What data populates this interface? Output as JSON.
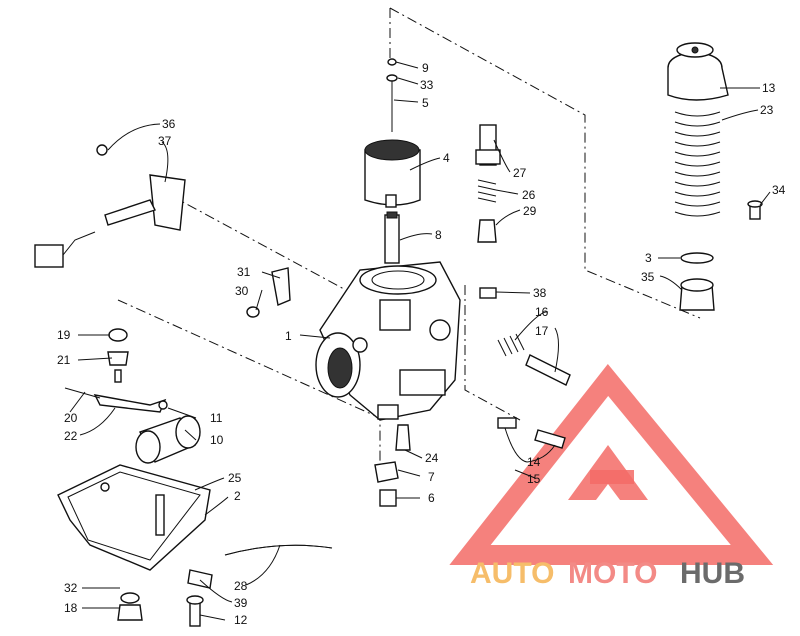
{
  "watermark": {
    "part1": "AUTO",
    "part2": "MOTO",
    "part3": "HUB",
    "logo_color": "#f36b66"
  },
  "callouts": {
    "c1": "1",
    "c2": "2",
    "c3": "3",
    "c4": "4",
    "c5": "5",
    "c6": "6",
    "c7": "7",
    "c8": "8",
    "c9": "9",
    "c10": "10",
    "c11": "11",
    "c12": "12",
    "c13": "13",
    "c14": "14",
    "c15": "15",
    "c16": "16",
    "c17": "17",
    "c18": "18",
    "c19": "19",
    "c20": "20",
    "c21": "21",
    "c22": "22",
    "c23": "23",
    "c24": "24",
    "c25": "25",
    "c26": "26",
    "c27": "27",
    "c28": "28",
    "c29": "29",
    "c30": "30",
    "c31": "31",
    "c32": "32",
    "c33": "33",
    "c34": "34",
    "c35": "35",
    "c36": "36",
    "c37": "37",
    "c38": "38",
    "c39": "39"
  }
}
